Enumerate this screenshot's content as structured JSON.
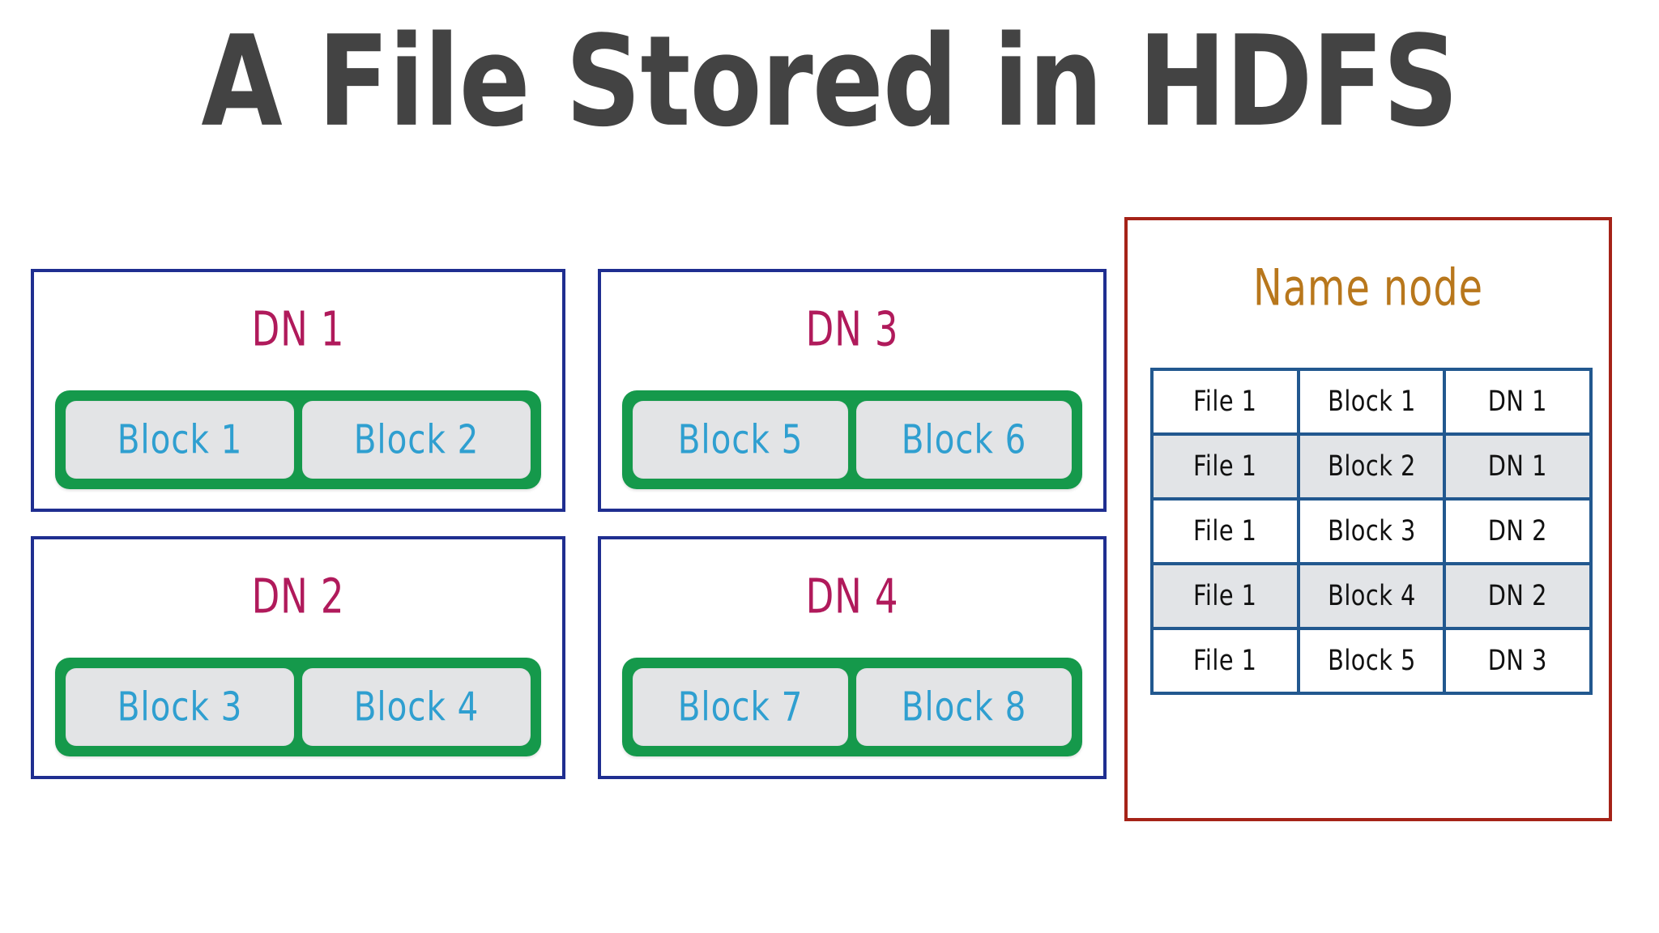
{
  "title": "A File Stored in HDFS",
  "theme": {
    "title_color": "#434343",
    "dn_border_color": "#1f2e90",
    "dn_label_color": "#b01a5b",
    "block_band_color": "#15994b",
    "block_fill_color": "#e3e4e6",
    "block_label_color": "#2f9fd0",
    "namenode_border_color": "#a52318",
    "namenode_title_color": "#b8771c",
    "table_border_color": "#22588f",
    "table_alt_row_color": "#e2e4e7",
    "background": "#ffffff"
  },
  "datanodes": [
    {
      "label": "DN 1",
      "blocks": [
        "Block 1",
        "Block 2"
      ]
    },
    {
      "label": "DN 2",
      "blocks": [
        "Block 3",
        "Block 4"
      ]
    },
    {
      "label": "DN 3",
      "blocks": [
        "Block 5",
        "Block 6"
      ]
    },
    {
      "label": "DN 4",
      "blocks": [
        "Block 7",
        "Block 8"
      ]
    }
  ],
  "namenode": {
    "title": "Name node",
    "table": {
      "rows": [
        {
          "file": "File 1",
          "block": "Block 1",
          "datanode": "DN 1"
        },
        {
          "file": "File 1",
          "block": "Block 2",
          "datanode": "DN 1"
        },
        {
          "file": "File 1",
          "block": "Block 3",
          "datanode": "DN 2"
        },
        {
          "file": "File 1",
          "block": "Block 4",
          "datanode": "DN 2"
        },
        {
          "file": "File 1",
          "block": "Block 5",
          "datanode": "DN 3"
        }
      ]
    }
  }
}
